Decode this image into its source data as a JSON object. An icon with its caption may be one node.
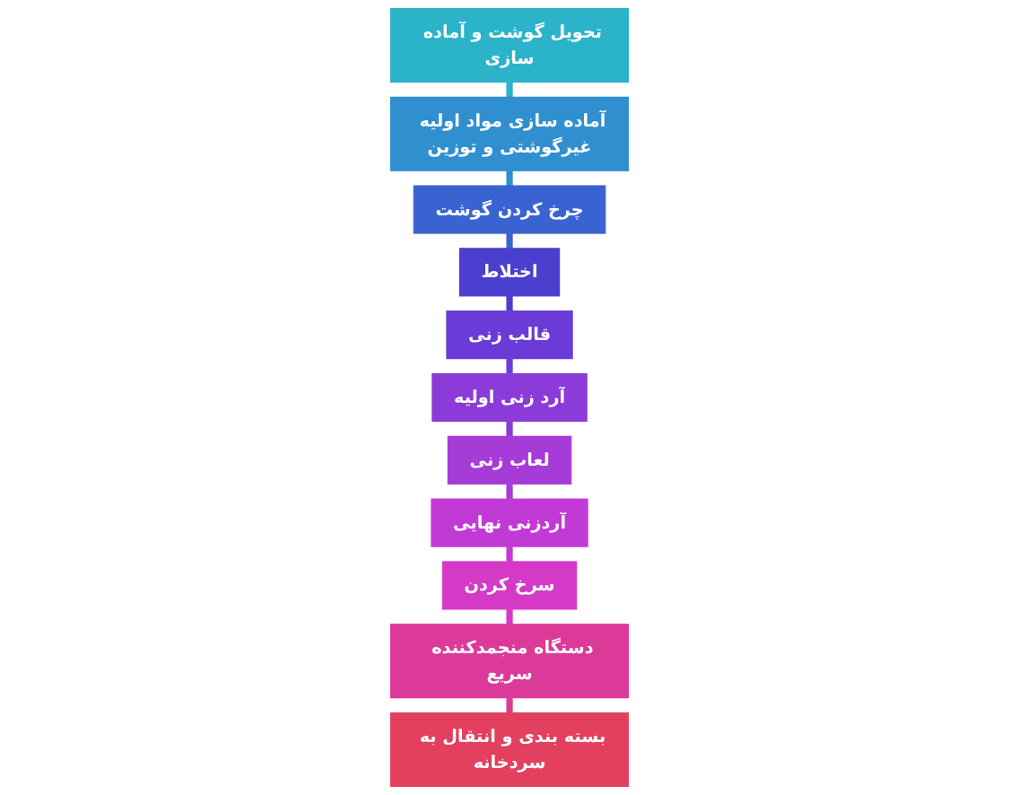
{
  "diagram": {
    "nodes": [
      {
        "text": [
          "تحویل گوشت و آماده سازی"
        ]
      },
      {
        "text": [
          "آماده سازی مواد اولیه غیرگوشتی و توزین"
        ]
      },
      {
        "text": [
          "چرخ کردن گوشت"
        ]
      },
      {
        "text": [
          "اختلاط"
        ]
      },
      {
        "text": [
          "قالب زنی"
        ]
      },
      {
        "text": [
          "آرد زنی اولیه"
        ]
      },
      {
        "text": [
          "لعاب زنی"
        ]
      },
      {
        "text": [
          "آردزنی نهایی"
        ]
      },
      {
        "text": [
          "سرخ کردن"
        ]
      },
      {
        "text": [
          "دستگاه منجمدکننده سریع"
        ]
      },
      {
        "text": [
          "بسته بندی و انتقال به سردخانه"
        ]
      }
    ],
    "edges": [
      {
        "from": 0,
        "to": 1,
        "arrow": "none",
        "color": "#2ab3c9"
      },
      {
        "from": 1,
        "to": 2,
        "arrow": "none",
        "color": "#2f8fcf"
      },
      {
        "from": 2,
        "to": 3,
        "arrow": "none",
        "color": "#3a63d2"
      },
      {
        "from": 3,
        "to": 4,
        "arrow": "none",
        "color": "#4b3fcf"
      },
      {
        "from": 4,
        "to": 5,
        "arrow": "none",
        "color": "#6a3bd6"
      },
      {
        "from": 5,
        "to": 6,
        "arrow": "none",
        "color": "#8a3bd8"
      },
      {
        "from": 6,
        "to": 7,
        "arrow": "none",
        "color": "#a63bd8"
      },
      {
        "from": 7,
        "to": 8,
        "arrow": "none",
        "color": "#c23ad6"
      },
      {
        "from": 8,
        "to": 9,
        "arrow": "none",
        "color": "#d43ac6"
      },
      {
        "from": 9,
        "to": 10,
        "arrow": "none",
        "color": "#dc3a98"
      }
    ]
  }
}
